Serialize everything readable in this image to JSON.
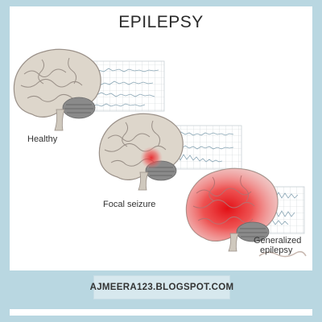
{
  "title": "EPILEPSY",
  "stages": {
    "healthy": "Healthy",
    "focal": "Focal seizure",
    "generalized_line1": "Generalized",
    "generalized_line2": "epilepsy"
  },
  "footer": "AJMEERA123.BLOGSPOT.COM",
  "colors": {
    "frame": "#b9d7e1",
    "brain": "#ddd6cb",
    "cerebellum": "#8a8a8a",
    "seizure": "#e8272b"
  },
  "icons": [
    "brain-icon",
    "eeg-chart-icon",
    "seizure-hotspot-icon"
  ]
}
